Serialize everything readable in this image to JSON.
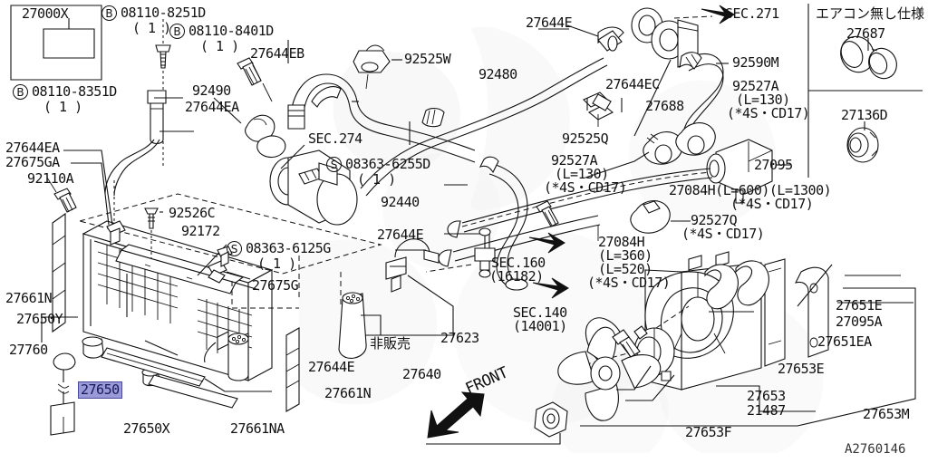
{
  "sheet": {
    "footer_code": "A2760146",
    "front_arrow_label": "FRONT",
    "highlight_color": "#9a9ad8",
    "line_color": "#111111",
    "background_color": "#ffffff"
  },
  "boxes": {
    "top_left": {
      "part": "27000X"
    },
    "right_panel": {
      "title": "エアコン無し仕様",
      "upper_part": "27687",
      "lower_part": "27136D"
    }
  },
  "fasteners": [
    {
      "badge": "B",
      "code": "08110-8251D",
      "qty": "( 1 )"
    },
    {
      "badge": "B",
      "code": "08110-8401D",
      "qty": "( 1 )"
    },
    {
      "badge": "B",
      "code": "08110-8351D",
      "qty": "( 1 )"
    },
    {
      "badge": "S",
      "code": "08363-6255D",
      "qty": "( 1 )"
    },
    {
      "badge": "S",
      "code": "08363-6125G",
      "qty": "( 1 )"
    }
  ],
  "labels": [
    {
      "id": "l-27644eb",
      "text": "27644EB"
    },
    {
      "id": "l-92490",
      "text": "92490"
    },
    {
      "id": "l-27644ea-t",
      "text": "27644EA"
    },
    {
      "id": "l-92525w",
      "text": "92525W"
    },
    {
      "id": "l-92480",
      "text": "92480"
    },
    {
      "id": "l-27644e-t",
      "text": "27644E"
    },
    {
      "id": "l-27644ec",
      "text": "27644EC"
    },
    {
      "id": "l-27688",
      "text": "27688"
    },
    {
      "id": "l-92590m",
      "text": "92590M"
    },
    {
      "id": "l-92527a-t",
      "text": "92527A"
    },
    {
      "id": "l-92527a-t2",
      "text": "(L=130)"
    },
    {
      "id": "l-92527a-t3",
      "text": "(*4S・CD17)"
    },
    {
      "id": "l-92525q",
      "text": "92525Q"
    },
    {
      "id": "l-92527a-m",
      "text": "92527A"
    },
    {
      "id": "l-92527a-m2",
      "text": "(L=130)"
    },
    {
      "id": "l-92527a-m3",
      "text": "(*4S・CD17)"
    },
    {
      "id": "l-27095",
      "text": "27095"
    },
    {
      "id": "l-27084h-a",
      "text": "27084H(L=600)(L=1300)"
    },
    {
      "id": "l-27084h-a2",
      "text": "(*4S・CD17)"
    },
    {
      "id": "l-92527q",
      "text": "92527Q"
    },
    {
      "id": "l-92527q2",
      "text": "(*4S・CD17)"
    },
    {
      "id": "l-27084h-b",
      "text": "27084H"
    },
    {
      "id": "l-27084h-b2",
      "text": "(L=360)"
    },
    {
      "id": "l-27084h-b3",
      "text": "(L=520)"
    },
    {
      "id": "l-27084h-b4",
      "text": "(*4S・CD17)"
    },
    {
      "id": "l-sec271",
      "text": "SEC.271"
    },
    {
      "id": "l-sec274",
      "text": "SEC.274"
    },
    {
      "id": "l-sec160",
      "text": "SEC.160"
    },
    {
      "id": "l-sec160b",
      "text": "(16182)"
    },
    {
      "id": "l-sec140",
      "text": "SEC.140"
    },
    {
      "id": "l-sec140b",
      "text": "(14001)"
    },
    {
      "id": "l-27644ea-l",
      "text": "27644EA"
    },
    {
      "id": "l-27675ga",
      "text": "27675GA"
    },
    {
      "id": "l-92110a",
      "text": "92110A"
    },
    {
      "id": "l-92526c",
      "text": "92526C"
    },
    {
      "id": "l-92172",
      "text": "92172"
    },
    {
      "id": "l-92440",
      "text": "92440"
    },
    {
      "id": "l-27644e-m",
      "text": "27644E"
    },
    {
      "id": "l-27675g",
      "text": "27675G"
    },
    {
      "id": "l-27661n-l",
      "text": "27661N"
    },
    {
      "id": "l-27650y",
      "text": "27650Y"
    },
    {
      "id": "l-27760",
      "text": "27760"
    },
    {
      "id": "l-27650",
      "text": "27650",
      "highlighted": true
    },
    {
      "id": "l-27650x",
      "text": "27650X"
    },
    {
      "id": "l-27661na",
      "text": "27661NA"
    },
    {
      "id": "l-27661n-b",
      "text": "27661N"
    },
    {
      "id": "l-27644e-b",
      "text": "27644E"
    },
    {
      "id": "l-hihanbai",
      "text": "非販売"
    },
    {
      "id": "l-27623",
      "text": "27623"
    },
    {
      "id": "l-27640",
      "text": "27640"
    },
    {
      "id": "l-27651e",
      "text": "27651E"
    },
    {
      "id": "l-27095a",
      "text": "27095A"
    },
    {
      "id": "l-27651ea",
      "text": "27651EA"
    },
    {
      "id": "l-27653e",
      "text": "27653E"
    },
    {
      "id": "l-27653",
      "text": "27653"
    },
    {
      "id": "l-21487",
      "text": "21487"
    },
    {
      "id": "l-27653m",
      "text": "27653M"
    },
    {
      "id": "l-27653f",
      "text": "27653F"
    }
  ]
}
